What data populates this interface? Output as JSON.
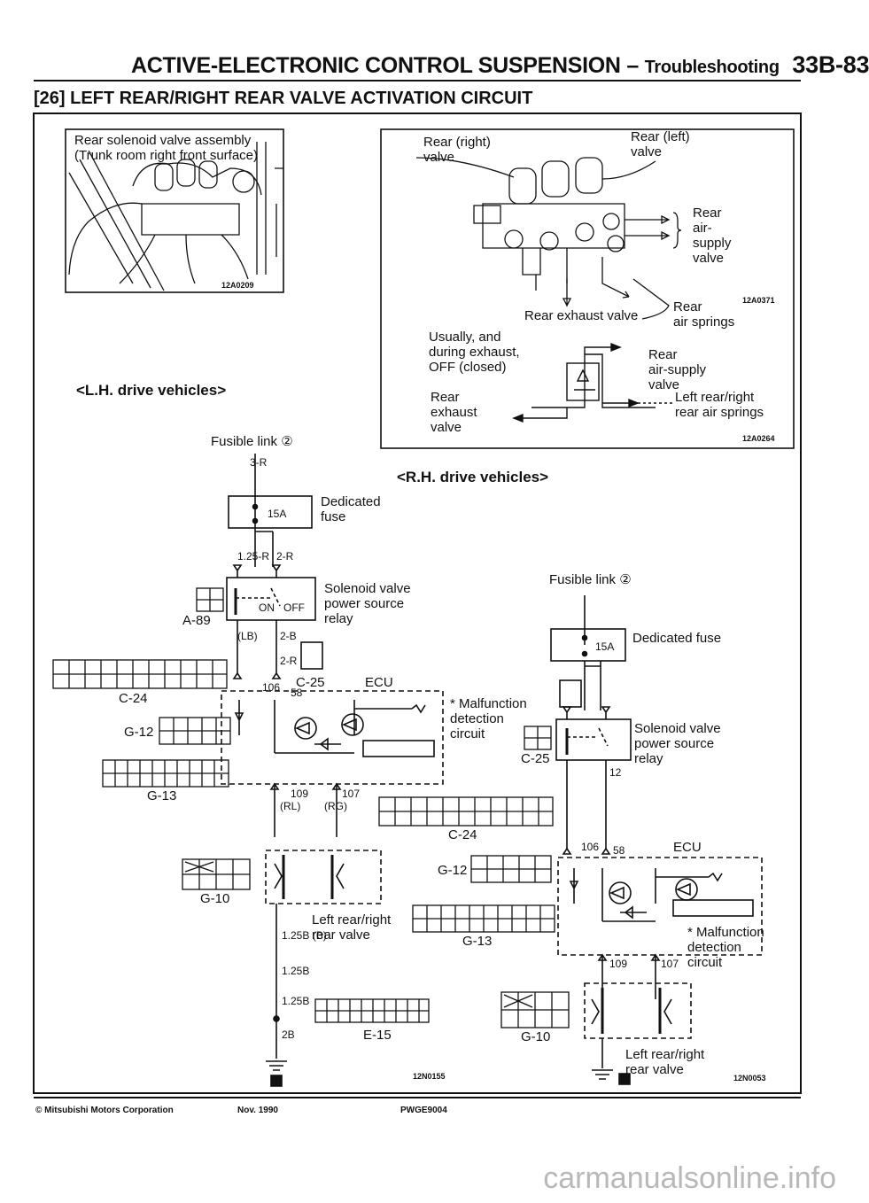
{
  "header": {
    "title": "ACTIVE-ELECTRONIC CONTROL SUSPENSION",
    "dash": "–",
    "subtitle": "Troubleshooting",
    "page_number": "33B-83"
  },
  "section_title": "[26] LEFT REAR/RIGHT REAR VALVE ACTIVATION CIRCUIT",
  "photo": {
    "caption_line1": "Rear solenoid valve assembly",
    "caption_line2": "(Trunk room right front surface)",
    "code": "12A0209"
  },
  "valve_figure": {
    "rear_right_valve": "Rear (right)\nvalve",
    "rear_left_valve": "Rear (left)\nvalve",
    "rear_air_supply_valve": "Rear\nair-\nsupply\nvalve",
    "rear_exhaust_valve": "Rear exhaust valve",
    "rear_air_springs": "Rear\nair springs",
    "code": "12A0371"
  },
  "schematic_note": {
    "usually": "Usually, and\nduring exhaust,\nOFF (closed)",
    "rear_air_supply": "Rear\nair-supply\nvalve",
    "rear_exhaust": "Rear\nexhaust\nvalve",
    "springs": "Left rear/right\nrear air springs",
    "code": "12A0264"
  },
  "lh": {
    "heading": "<L.H. drive vehicles>",
    "fusible_link": "Fusible link ②",
    "dedicated_fuse": "Dedicated\nfuse",
    "fuse_rating": "15A",
    "relay_label": "Solenoid valve\npower source\nrelay",
    "relay_connector": "A-89",
    "ecu_connector": "C-25",
    "ecu": "ECU",
    "malfunction": "* Malfunction\ndetection\ncircuit",
    "conn_c24": "C-24",
    "conn_g12": "G-12",
    "conn_g13": "G-13",
    "conn_g10": "G-10",
    "conn_e15": "E-15",
    "valve_label": "Left rear/right\nrear valve",
    "code": "12N0155"
  },
  "rh": {
    "heading": "<R.H. drive vehicles>",
    "fusible_link": "Fusible link ②",
    "dedicated_fuse": "Dedicated fuse",
    "fuse_rating": "15A",
    "relay_label": "Solenoid valve\npower source\nrelay",
    "ecu_connector": "C-25",
    "ecu": "ECU",
    "malfunction": "* Malfunction\ndetection\ncircuit",
    "conn_c24": "C-24",
    "conn_g12": "G-12",
    "conn_g13": "G-13",
    "conn_g10": "G-10",
    "valve_label": "Left rear/right\nrear valve",
    "code": "12N0053"
  },
  "wires": {
    "w1": "3-R",
    "w2": "2-R",
    "w3": "1.25-R",
    "w4": "2-R",
    "w5": "(LB)",
    "w6": "2-B",
    "w7": "2-R",
    "w8": "(RL)",
    "w9": "(RG)",
    "w10": "1.25B (B)",
    "w11": "1.25B",
    "w12": "1.25B",
    "w13": "2B",
    "pin_on": "ON",
    "pin_off": "OFF",
    "pin_106": "106",
    "pin_58": "58",
    "pin_109": "109",
    "pin_107": "107",
    "pin_12": "12"
  },
  "footer": {
    "copyright": "© Mitsubishi Motors Corporation",
    "date": "Nov. 1990",
    "doc": "PWGE9004"
  },
  "watermark": "carmanualsonline.info"
}
